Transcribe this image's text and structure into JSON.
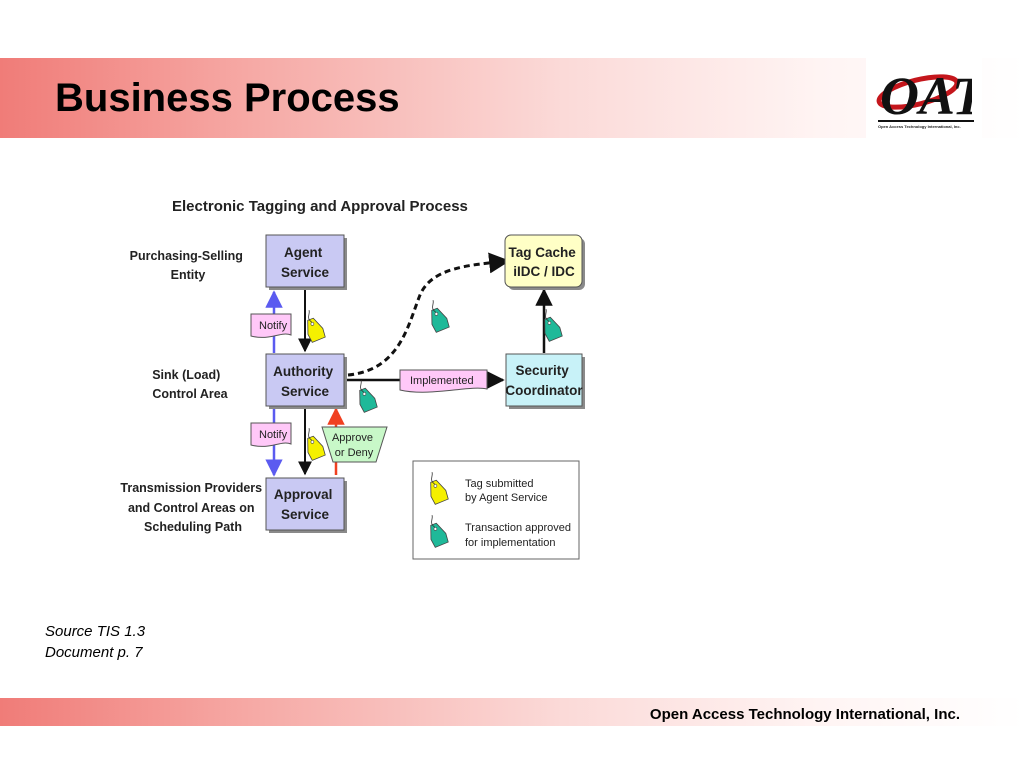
{
  "slide": {
    "title": "Business Process",
    "footer": "Open Access Technology International, Inc.",
    "source_lines": [
      "Source TIS 1.3",
      "Document p. 7"
    ]
  },
  "logo": {
    "wordmark": "OATi",
    "subtitle": "Open Access Technology International, Inc."
  },
  "diagram": {
    "title": "Electronic Tagging and Approval Process",
    "row_labels": {
      "purchasing_selling": [
        "Purchasing-Selling",
        "Entity"
      ],
      "sink_load": [
        "Sink (Load)",
        "Control Area"
      ],
      "transmission": [
        "Transmission Providers",
        "and Control Areas on",
        "Scheduling Path"
      ]
    },
    "boxes": {
      "agent_service": [
        "Agent",
        "Service"
      ],
      "authority_service": [
        "Authority",
        "Service"
      ],
      "approval_service": [
        "Approval",
        "Service"
      ],
      "tag_cache": [
        "Tag Cache",
        "iIDC / IDC"
      ],
      "security_coordinator": [
        "Security",
        "Coordinator"
      ]
    },
    "callouts": {
      "notify_top": "Notify",
      "notify_bottom": "Notify",
      "implemented": "Implemented",
      "approve_deny": [
        "Approve",
        "or Deny"
      ]
    },
    "legend": {
      "yellow_tag": [
        "Tag submitted",
        "by Agent Service"
      ],
      "green_tag": [
        "Transaction approved",
        "for implementation"
      ]
    }
  },
  "colors": {
    "box_fill": "#c9c9f3",
    "cache_fill": "#ffffc6",
    "coordinator_fill": "#c8f2f8",
    "notify_fill": "#ffc8f8",
    "approve_fill": "#c8f8c8",
    "tag_yellow": "#f5f000",
    "tag_green": "#1fb999",
    "arrow_blue": "#5b5bf0",
    "arrow_red": "#f04020",
    "logo_red": "#c4161c"
  }
}
